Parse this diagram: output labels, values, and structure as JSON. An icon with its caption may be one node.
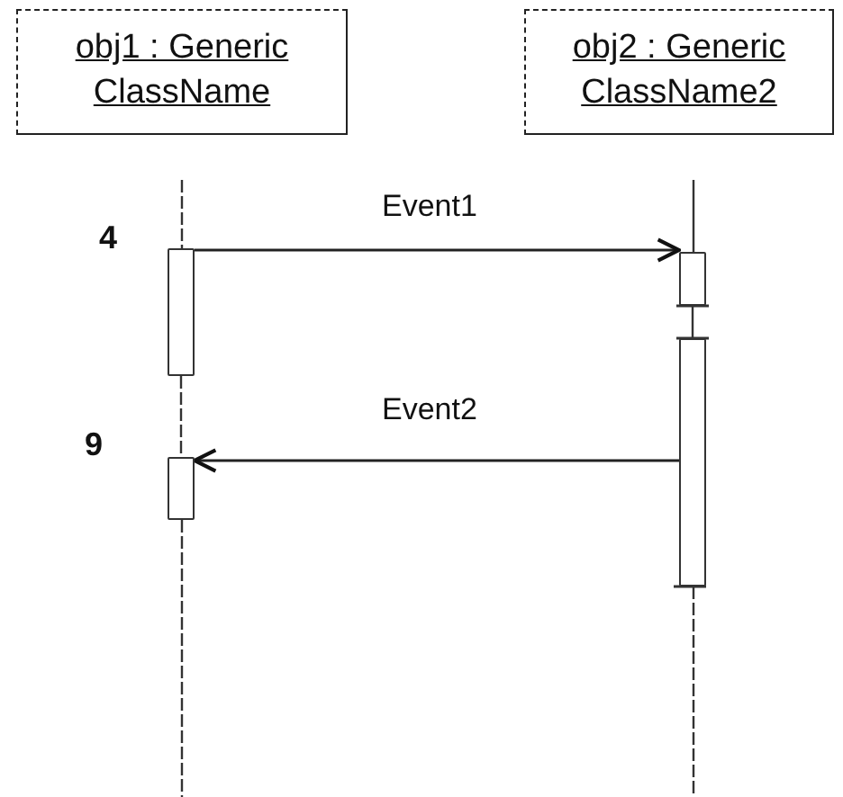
{
  "diagram": {
    "nodes": [
      {
        "text": [
          "obj1 : Generic ClassName"
        ]
      },
      {
        "text": [
          "obj2 : Generic ClassName2"
        ]
      },
      {
        "text": [],
        "shape": "bar"
      },
      {
        "text": [],
        "shape": "bar"
      },
      {
        "text": [],
        "shape": "bar"
      },
      {
        "text": [],
        "shape": "bar"
      }
    ],
    "edges": [
      {
        "from": 2,
        "to": 4,
        "arrow": "to",
        "label": "Event1"
      },
      {
        "from": 5,
        "to": 3,
        "arrow": "to",
        "label": "Event2"
      },
      {
        "from": 2,
        "to": 3,
        "arrow": "none",
        "style": "dashed"
      },
      {
        "from": 4,
        "to": 5,
        "arrow": "none"
      }
    ],
    "labels": [
      "4",
      "9"
    ]
  }
}
